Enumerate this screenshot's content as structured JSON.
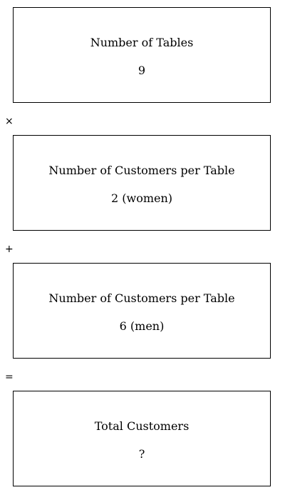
{
  "steps": [
    {
      "label": "Number of Tables",
      "value": "9"
    },
    {
      "label": "Number of Customers per Table",
      "value": "2 (women)"
    },
    {
      "label": "Number of Customers per Table",
      "value": "6 (men)"
    },
    {
      "label": "Total Customers",
      "value": "?"
    }
  ],
  "operators": [
    "×",
    "+",
    "="
  ]
}
